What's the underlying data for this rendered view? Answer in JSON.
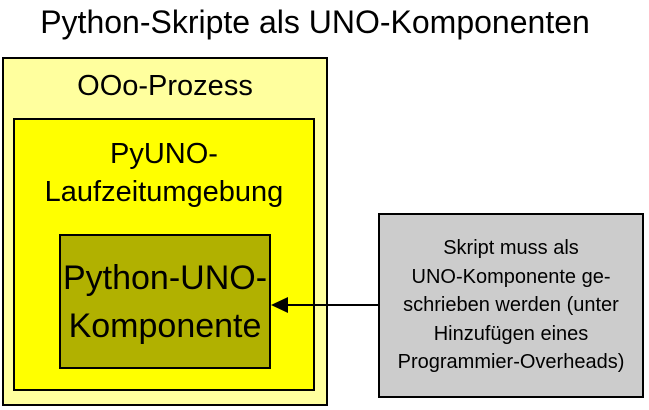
{
  "title": "Python-Skripte als UNO-Komponenten",
  "colors": {
    "outer_box_fill": "#FFFF9E",
    "runtime_box_fill": "#FFFF00",
    "component_box_fill": "#B1B100",
    "annotation_box_fill": "#CCCCCC",
    "border": "#000000",
    "arrow": "#000000"
  },
  "diagram": {
    "outer_box": {
      "label": "OOo-Prozess"
    },
    "runtime_box": {
      "label_lines": [
        "PyUNO-",
        "Laufzeitumgebung"
      ]
    },
    "component_box": {
      "label_lines": [
        "Python-UNO-",
        "Komponente"
      ]
    },
    "annotation_box": {
      "text_lines": [
        "Skript muss als",
        "UNO-Komponente ge-",
        "schrieben werden (unter",
        "Hinzufügen eines",
        "Programmier-Overheads)"
      ]
    },
    "arrow": {
      "direction": "left"
    }
  }
}
